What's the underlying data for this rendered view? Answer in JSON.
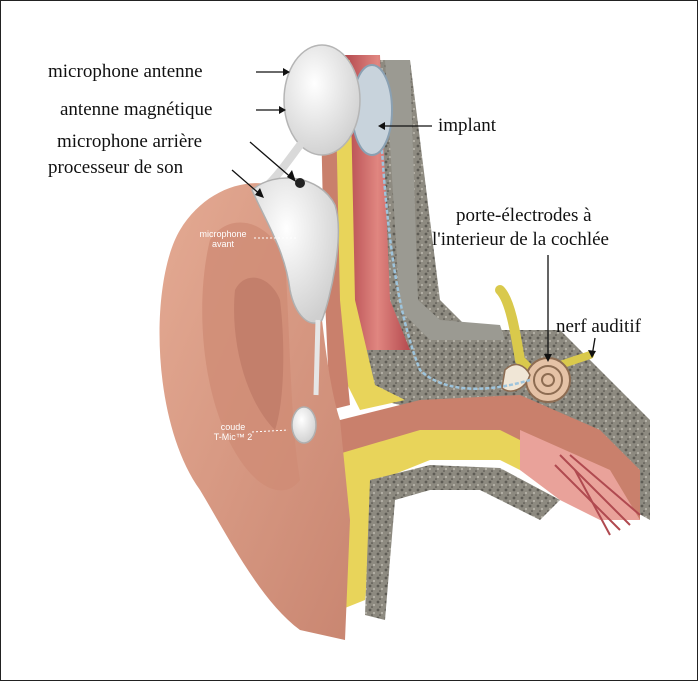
{
  "labels": {
    "microphone_antenne": "microphone antenne",
    "antenne_magnetique": "antenne magnétique",
    "microphone_arriere": "microphone arrière",
    "processeur_de_son": "processeur de son",
    "implant": "implant",
    "porte_electrodes_line1": "porte-électrodes à",
    "porte_electrodes_line2": "l'interieur de la cochlée",
    "nerf_auditif": "nerf auditif",
    "microphone_avant_line1": "microphone",
    "microphone_avant_line2": "avant",
    "coude_line1": "coude",
    "coude_line2": "T-Mic™ 2"
  },
  "colors": {
    "skin": "#d99a84",
    "skin_dark": "#b97462",
    "bone": "#eadf7a",
    "cartilage": "#e7d35c",
    "muscle": "#c75a5c",
    "spongy_bone": "#7a7a72",
    "device": "#f2f2f2"
  }
}
